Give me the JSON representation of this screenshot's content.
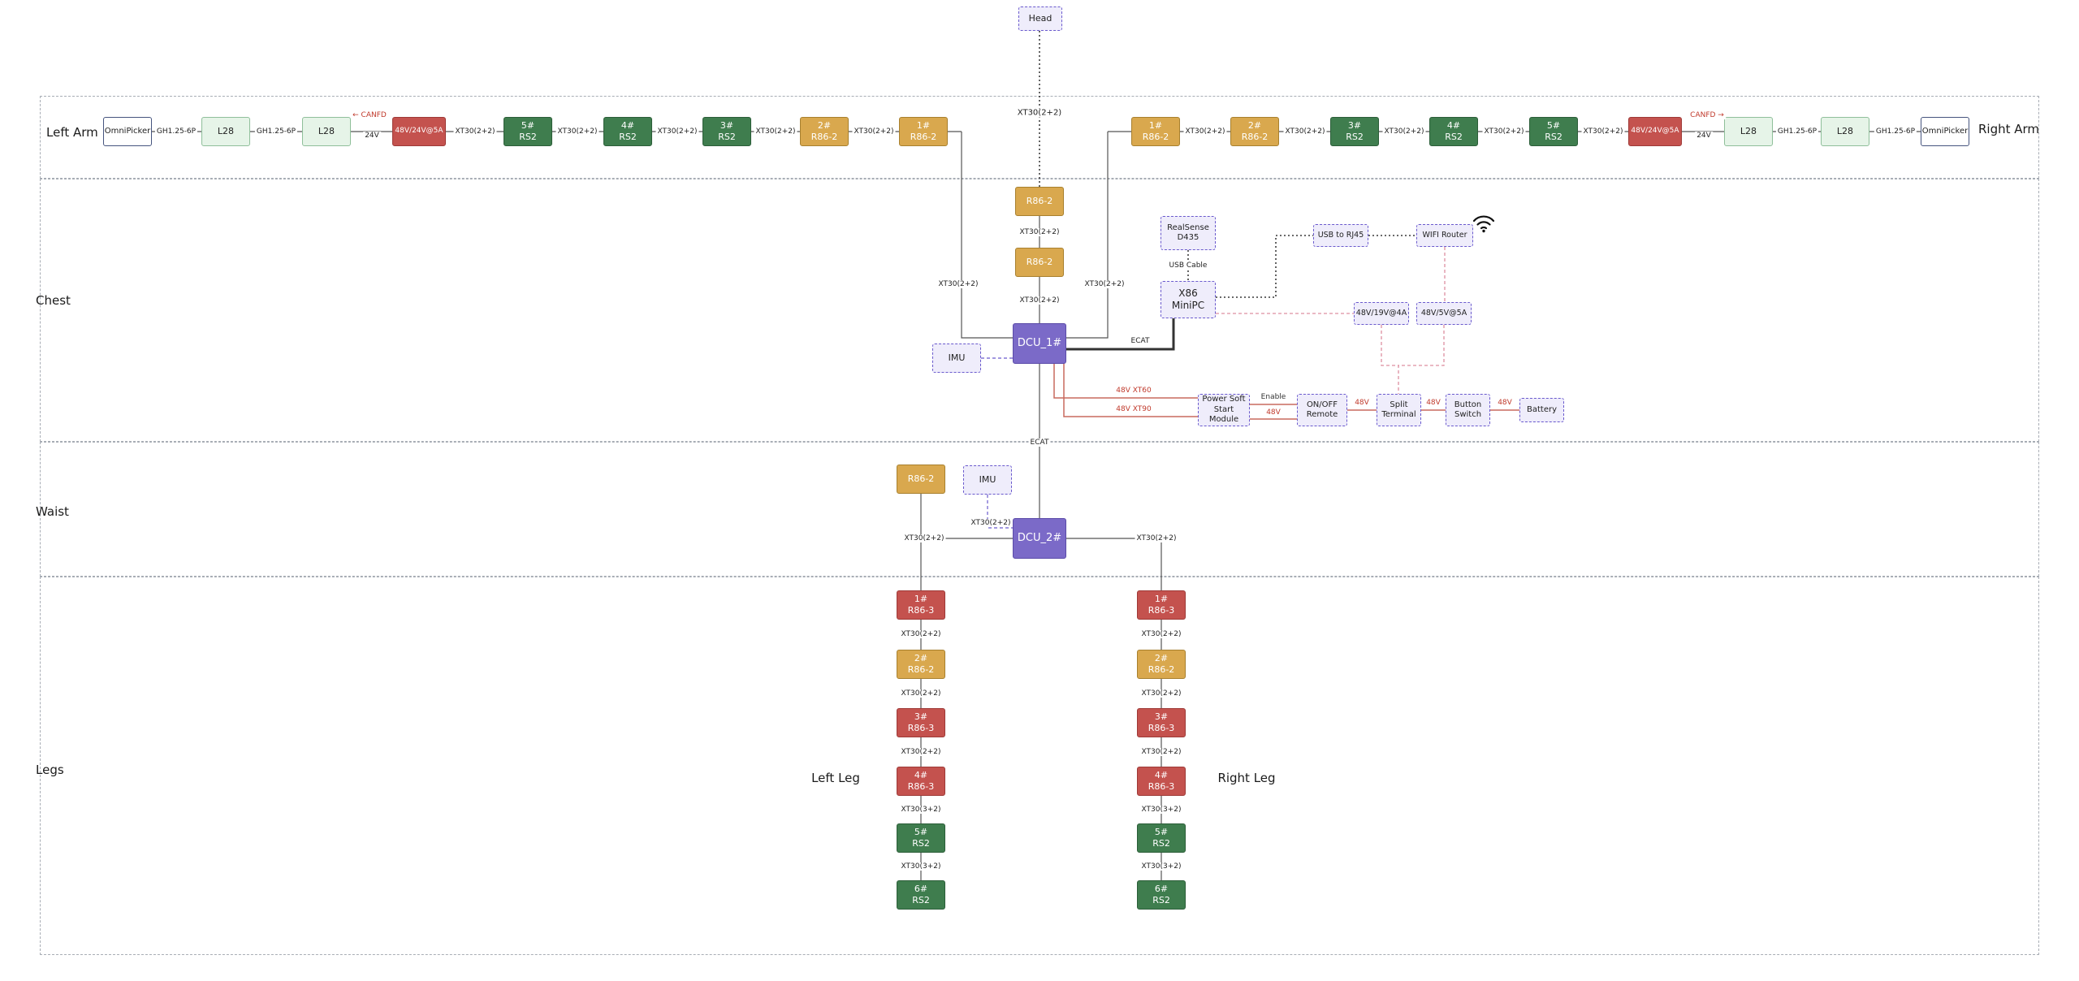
{
  "colors": {
    "motor_r86_2": "#D9A84E",
    "motor_rs2": "#3F7D4E",
    "motor_r86_3": "#C4524E",
    "dcu": "#7B6AC8",
    "peripheral_fill": "#EFEDFB",
    "peripheral_border": "#6A5ACD",
    "power_line": "#C96A5E",
    "power_dashed": "#DD8FA0"
  },
  "head": {
    "label": "Head",
    "connector": "XT30(2+2)"
  },
  "sections": {
    "left_arm": "Left Arm",
    "right_arm": "Right Arm",
    "chest": "Chest",
    "waist": "Waist",
    "legs": "Legs"
  },
  "left_arm": {
    "nodes": [
      {
        "line1": "OmniPicker"
      },
      {
        "line1": "L28"
      },
      {
        "line1": "L28"
      },
      {
        "line1": "48V/24V@5A"
      },
      {
        "line1": "5#",
        "line2": "RS2"
      },
      {
        "line1": "4#",
        "line2": "RS2"
      },
      {
        "line1": "3#",
        "line2": "RS2"
      },
      {
        "line1": "2#",
        "line2": "R86-2"
      },
      {
        "line1": "1#",
        "line2": "R86-2"
      }
    ],
    "links": [
      "GH1.25-6P",
      "GH1.25-6P",
      "24V",
      "XT30(2+2)",
      "XT30(2+2)",
      "XT30(2+2)",
      "XT30(2+2)",
      "XT30(2+2)"
    ],
    "canfd": "← CANFD",
    "drop": "XT30(2+2)"
  },
  "right_arm": {
    "nodes": [
      {
        "line1": "1#",
        "line2": "R86-2"
      },
      {
        "line1": "2#",
        "line2": "R86-2"
      },
      {
        "line1": "3#",
        "line2": "RS2"
      },
      {
        "line1": "4#",
        "line2": "RS2"
      },
      {
        "line1": "5#",
        "line2": "RS2"
      },
      {
        "line1": "48V/24V@5A"
      },
      {
        "line1": "L28"
      },
      {
        "line1": "L28"
      },
      {
        "line1": "OmniPicker"
      }
    ],
    "links": [
      "XT30(2+2)",
      "XT30(2+2)",
      "XT30(2+2)",
      "XT30(2+2)",
      "XT30(2+2)",
      "24V",
      "GH1.25-6P",
      "GH1.25-6P"
    ],
    "canfd": "CANFD →",
    "drop": "XT30(2+2)"
  },
  "chest": {
    "head_conn": "XT30(2+2)",
    "r86_upper": "R86-2",
    "r86_lower": "R86-2",
    "conn_upper": "XT30(2+2)",
    "conn_lower": "XT30(2+2)",
    "dcu": "DCU_1#",
    "imu": "IMU",
    "realsense_l1": "RealSense",
    "realsense_l2": "D435",
    "usb_cable": "USB Cable",
    "minipc_l1": "X86",
    "minipc_l2": "MiniPC",
    "ecat": "ECAT",
    "usb_rj45": "USB to RJ45",
    "wifi_router": "WIFI Router",
    "conv19": "48V/19V@4A",
    "conv5": "48V/5V@5A",
    "power_l1": "Power Soft",
    "power_l2": "Start Module",
    "onoff_l1": "ON/OFF",
    "onoff_l2": "Remote",
    "split_l1": "Split",
    "split_l2": "Terminal",
    "button_l1": "Button",
    "button_l2": "Switch",
    "battery": "Battery",
    "enable": "Enable",
    "v48_1": "48V",
    "v48_2": "48V",
    "v48_3": "48V",
    "v48_4": "48V",
    "xt60": "48V XT60",
    "xt90": "48V XT90"
  },
  "waist": {
    "r86": "R86-2",
    "imu": "IMU",
    "dcu": "DCU_2#",
    "ecat": "ECAT",
    "conn_r86": "XT30(2+2)",
    "conn_left": "XT30(2+2)",
    "conn_right": "XT30(2+2)"
  },
  "legs": {
    "left_label": "Left Leg",
    "right_label": "Right Leg",
    "left": {
      "nodes": [
        {
          "line1": "1#",
          "line2": "R86-3"
        },
        {
          "line1": "2#",
          "line2": "R86-2"
        },
        {
          "line1": "3#",
          "line2": "R86-3"
        },
        {
          "line1": "4#",
          "line2": "R86-3"
        },
        {
          "line1": "5#",
          "line2": "RS2"
        },
        {
          "line1": "6#",
          "line2": "RS2"
        }
      ],
      "links": [
        "XT30(2+2)",
        "XT30(2+2)",
        "XT30(2+2)",
        "XT30(3+2)",
        "XT30(3+2)"
      ]
    },
    "right": {
      "nodes": [
        {
          "line1": "1#",
          "line2": "R86-3"
        },
        {
          "line1": "2#",
          "line2": "R86-2"
        },
        {
          "line1": "3#",
          "line2": "R86-3"
        },
        {
          "line1": "4#",
          "line2": "R86-3"
        },
        {
          "line1": "5#",
          "line2": "RS2"
        },
        {
          "line1": "6#",
          "line2": "RS2"
        }
      ],
      "links": [
        "XT30(2+2)",
        "XT30(2+2)",
        "XT30(2+2)",
        "XT30(3+2)",
        "XT30(3+2)"
      ]
    }
  }
}
